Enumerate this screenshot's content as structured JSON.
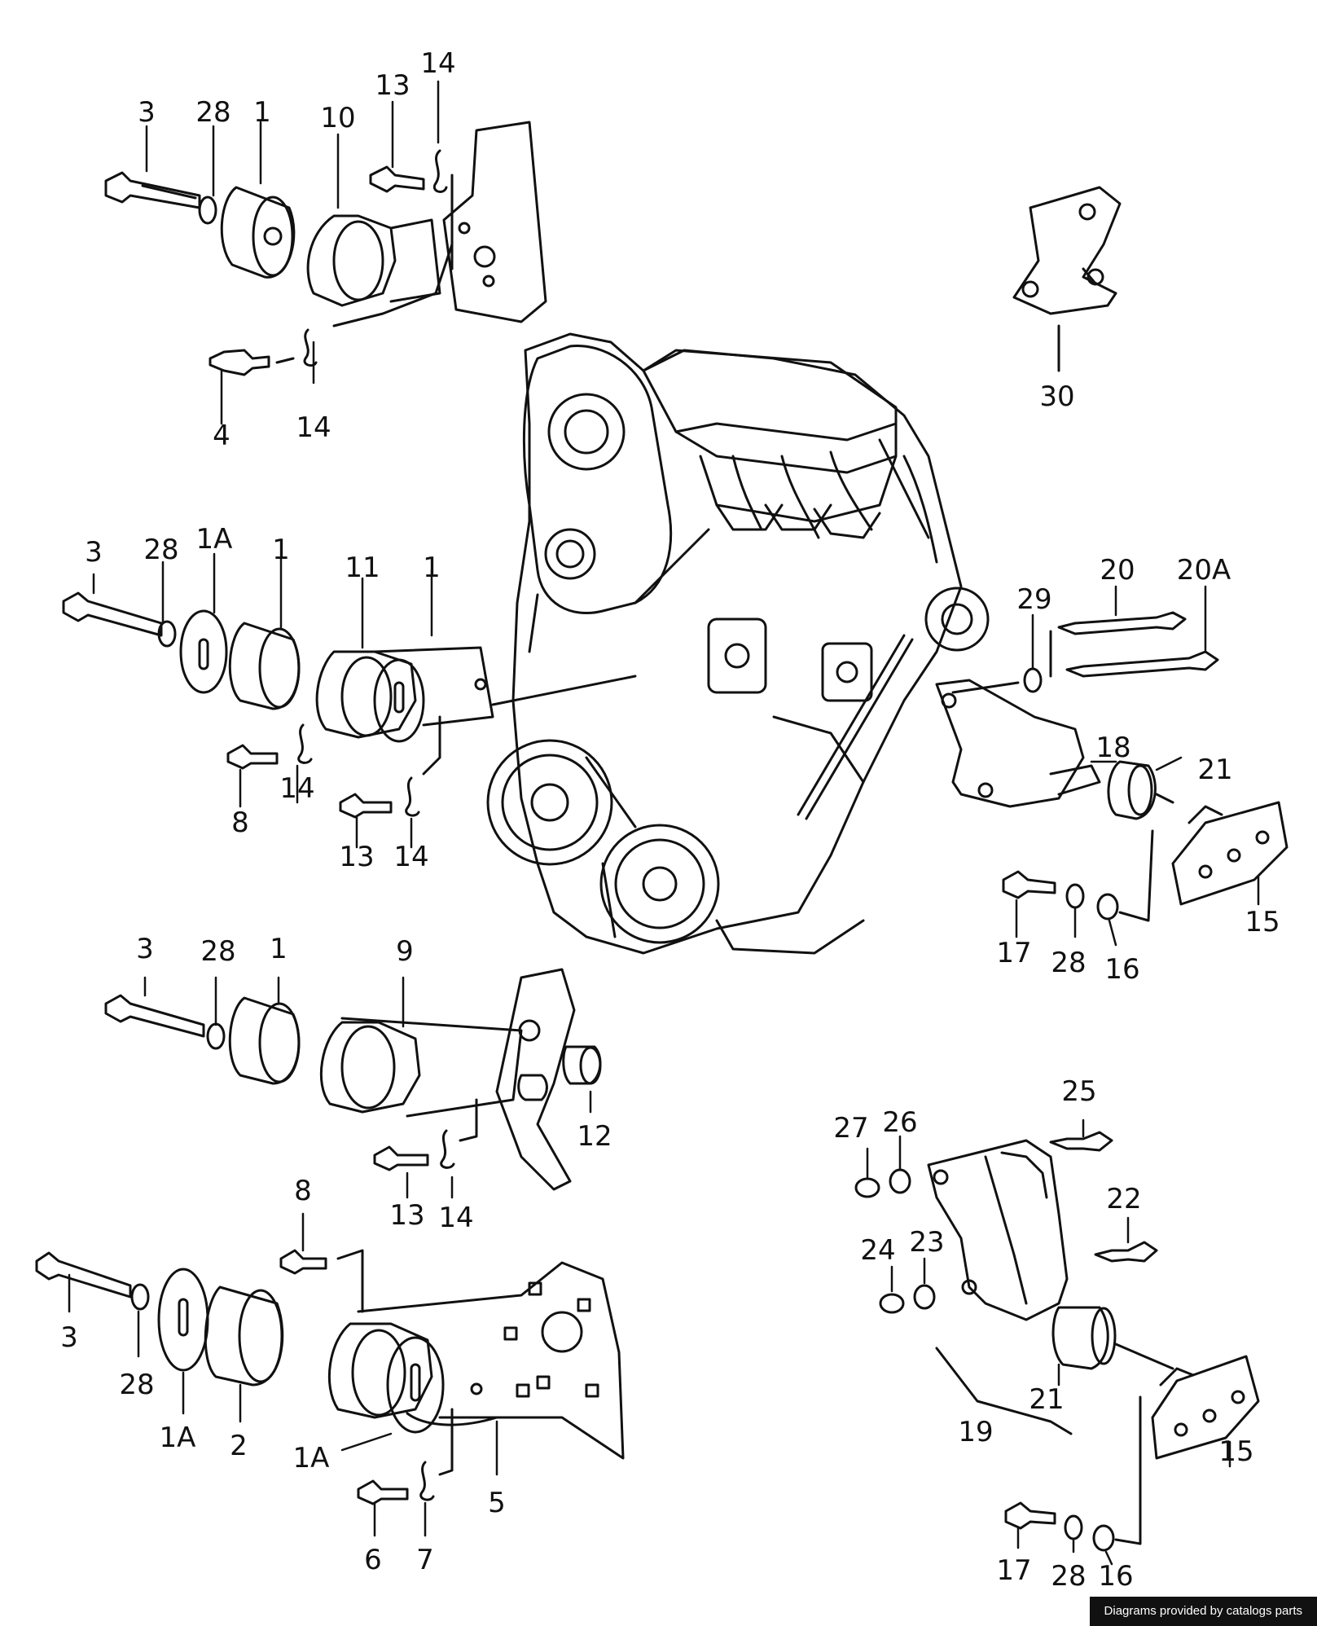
{
  "footer": {
    "credit": "Diagrams provided by catalogs parts"
  },
  "callouts": {
    "c_3a": "3",
    "c_28a": "28",
    "c_1a": "1",
    "c_10": "10",
    "c_13a": "13",
    "c_14a": "14",
    "c_14b": "14",
    "c_4": "4",
    "c_30": "30",
    "c_3b": "3",
    "c_28b": "28",
    "c_1Aa": "1A",
    "c_1b": "1",
    "c_11": "11",
    "c_1c": "1",
    "c_8a": "8",
    "c_14c": "14",
    "c_13b": "13",
    "c_14d": "14",
    "c_29": "29",
    "c_20": "20",
    "c_20A": "20A",
    "c_18": "18",
    "c_21a": "21",
    "c_15a": "15",
    "c_17a": "17",
    "c_28c": "28",
    "c_16a": "16",
    "c_3c": "3",
    "c_28d": "28",
    "c_1d": "1",
    "c_9": "9",
    "c_12": "12",
    "c_13c": "13",
    "c_14e": "14",
    "c_8b": "8",
    "c_3d": "3",
    "c_28e": "28",
    "c_1Ab": "1A",
    "c_2": "2",
    "c_1Ac": "1A",
    "c_5": "5",
    "c_6": "6",
    "c_7": "7",
    "c_25": "25",
    "c_27": "27",
    "c_26": "26",
    "c_22": "22",
    "c_24": "24",
    "c_23": "23",
    "c_21b": "21",
    "c_19": "19",
    "c_15b": "15",
    "c_17b": "17",
    "c_28f": "28",
    "c_16b": "16"
  }
}
